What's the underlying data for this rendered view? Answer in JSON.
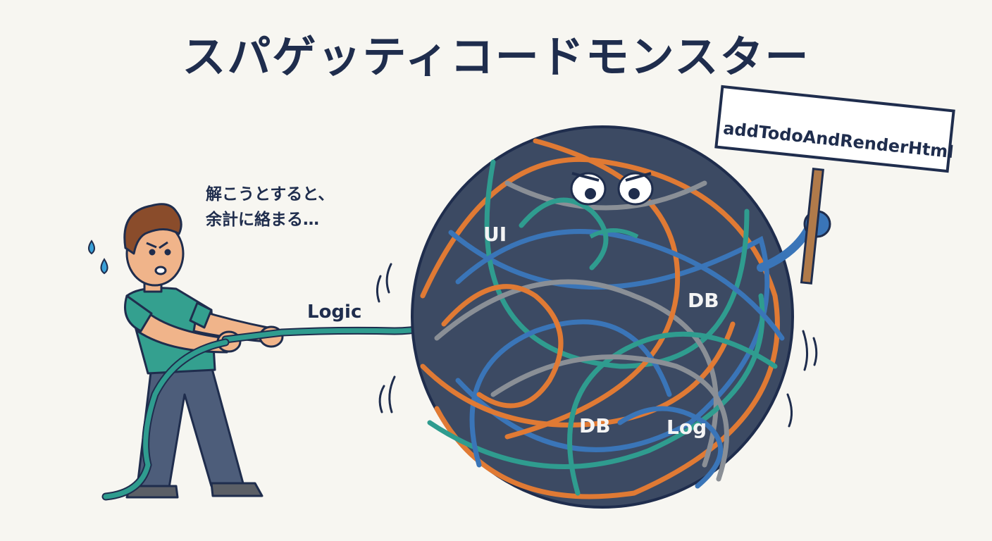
{
  "title": "スパゲッティコードモンスター",
  "speech": {
    "line1": "解こうとすると、",
    "line2": "余計に絡まる…"
  },
  "rope_label": "Logic",
  "monster_labels": {
    "ui": "UI",
    "db_top": "DB",
    "db_bottom": "DB",
    "log": "Log"
  },
  "sign_text": "addTodoAndRenderHtml",
  "colors": {
    "navy": "#1f2d4d",
    "teal": "#2f9c8f",
    "orange": "#e07a34",
    "blue": "#3a75b8",
    "gray": "#8a8f96",
    "monster_body": "#3c4a63",
    "background": "#f7f6f1"
  }
}
